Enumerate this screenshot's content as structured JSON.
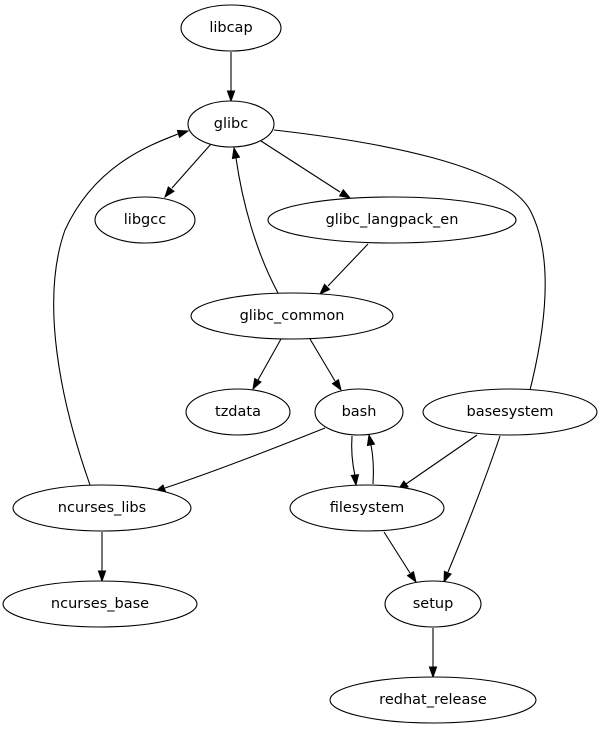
{
  "graph": {
    "type": "directed-dependency-graph",
    "nodes": [
      {
        "id": "libcap",
        "label": "libcap"
      },
      {
        "id": "glibc",
        "label": "glibc"
      },
      {
        "id": "libgcc",
        "label": "libgcc"
      },
      {
        "id": "glibc_langpack_en",
        "label": "glibc_langpack_en"
      },
      {
        "id": "glibc_common",
        "label": "glibc_common"
      },
      {
        "id": "tzdata",
        "label": "tzdata"
      },
      {
        "id": "bash",
        "label": "bash"
      },
      {
        "id": "basesystem",
        "label": "basesystem"
      },
      {
        "id": "ncurses_libs",
        "label": "ncurses_libs"
      },
      {
        "id": "filesystem",
        "label": "filesystem"
      },
      {
        "id": "ncurses_base",
        "label": "ncurses_base"
      },
      {
        "id": "setup",
        "label": "setup"
      },
      {
        "id": "redhat_release",
        "label": "redhat_release"
      }
    ],
    "edges": [
      {
        "from": "libcap",
        "to": "glibc"
      },
      {
        "from": "glibc",
        "to": "libgcc"
      },
      {
        "from": "glibc",
        "to": "glibc_langpack_en"
      },
      {
        "from": "glibc",
        "to": "basesystem"
      },
      {
        "from": "glibc_langpack_en",
        "to": "glibc_common"
      },
      {
        "from": "glibc_common",
        "to": "glibc"
      },
      {
        "from": "glibc_common",
        "to": "tzdata"
      },
      {
        "from": "glibc_common",
        "to": "bash"
      },
      {
        "from": "bash",
        "to": "ncurses_libs"
      },
      {
        "from": "bash",
        "to": "filesystem"
      },
      {
        "from": "filesystem",
        "to": "bash"
      },
      {
        "from": "basesystem",
        "to": "filesystem"
      },
      {
        "from": "basesystem",
        "to": "setup"
      },
      {
        "from": "ncurses_libs",
        "to": "glibc"
      },
      {
        "from": "ncurses_libs",
        "to": "ncurses_base"
      },
      {
        "from": "filesystem",
        "to": "setup"
      },
      {
        "from": "setup",
        "to": "redhat_release"
      }
    ]
  }
}
